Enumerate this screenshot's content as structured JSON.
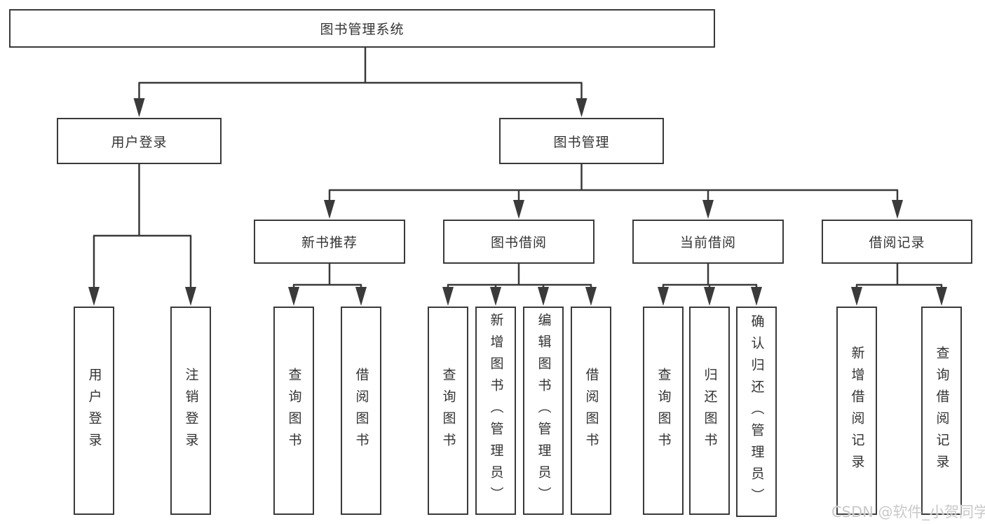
{
  "nodes": {
    "root": "图书管理系统",
    "user_login": "用户登录",
    "book_management": "图书管理",
    "new_book_recommend": "新书推荐",
    "book_borrow": "图书借阅",
    "current_borrow": "当前借阅",
    "borrow_records": "借阅记录",
    "leaf_user_login": "用户登录",
    "leaf_logout": "注销登录",
    "leaf_query_books_recommend": "查询图书",
    "leaf_borrow_books_recommend": "借阅图书",
    "leaf_query_books_borrow": "查询图书",
    "leaf_add_books_admin": "新增图书（管理员）",
    "leaf_edit_books_admin": "编辑图书（管理员）",
    "leaf_borrow_books": "借阅图书",
    "leaf_query_books_current": "查询图书",
    "leaf_return_books": "归还图书",
    "leaf_confirm_return_admin": "确认归还（管理员）",
    "leaf_add_borrow_record": "新增借阅记录",
    "leaf_query_borrow_record": "查询借阅记录"
  },
  "watermark": "CSDN @软件_小贺同学",
  "colors": {
    "line": "#3a3a3a",
    "text": "#333333",
    "background": "#ffffff",
    "watermark": "#c9c9c9"
  }
}
